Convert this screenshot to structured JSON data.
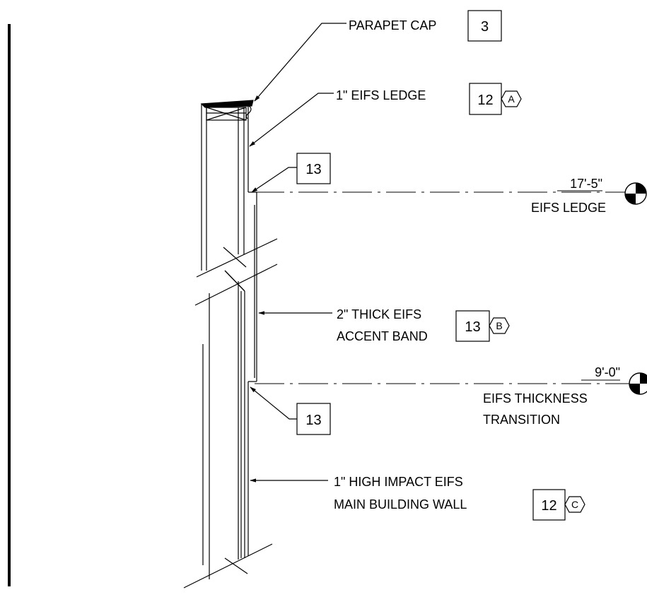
{
  "drawing": {
    "callouts": {
      "parapet_cap": {
        "label": "PARAPET CAP",
        "tag": "3"
      },
      "eifs_ledge": {
        "label": "1\" EIFS  LEDGE",
        "tag": "12",
        "hex": "A"
      },
      "ledge_ref": {
        "tag": "13"
      },
      "accent_band": {
        "line1": "2\" THICK EIFS",
        "line2": "ACCENT BAND",
        "tag": "13",
        "hex": "B"
      },
      "transition_ref": {
        "tag": "13"
      },
      "main_wall": {
        "line1": "1\" HIGH IMPACT EIFS",
        "line2": "MAIN BUILDING WALL",
        "tag": "12",
        "hex": "C"
      }
    },
    "elevations": {
      "ledge": {
        "value": "17'-5\"",
        "label": "EIFS LEDGE"
      },
      "transition": {
        "value": "9'-0\"",
        "label1": "EIFS THICKNESS",
        "label2": "TRANSITION"
      }
    }
  }
}
